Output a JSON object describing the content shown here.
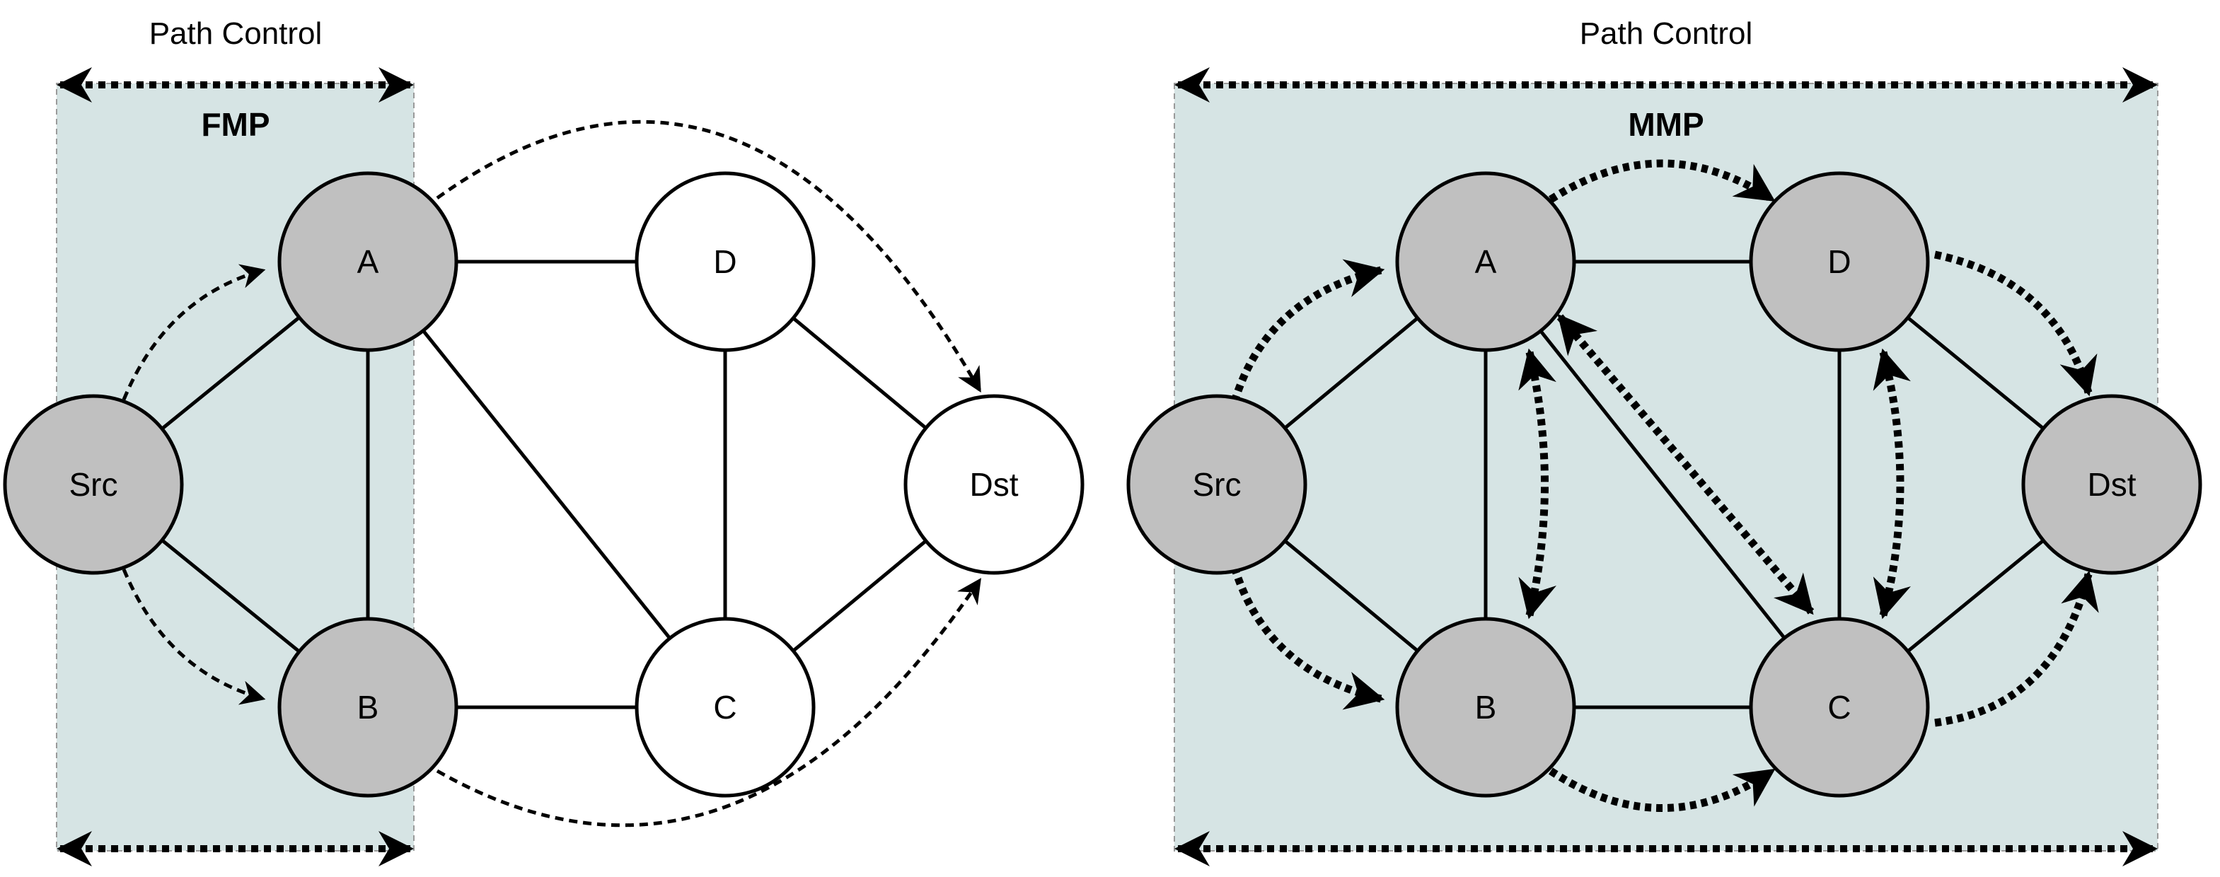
{
  "colors": {
    "region_fill": "#d6e4e4",
    "region_border": "#9a9a9a",
    "node_active": "#c0c0c0",
    "node_inactive": "#ffffff",
    "stroke": "#000000"
  },
  "left_panel": {
    "header": "Path Control",
    "region_label": "FMP",
    "nodes": [
      {
        "id": "Src",
        "label": "Src",
        "active": true
      },
      {
        "id": "A",
        "label": "A",
        "active": true
      },
      {
        "id": "B",
        "label": "B",
        "active": true
      },
      {
        "id": "D",
        "label": "D",
        "active": false
      },
      {
        "id": "C",
        "label": "C",
        "active": false
      },
      {
        "id": "Dst",
        "label": "Dst",
        "active": false
      }
    ],
    "links": [
      [
        "Src",
        "A"
      ],
      [
        "Src",
        "B"
      ],
      [
        "A",
        "B"
      ],
      [
        "A",
        "D"
      ],
      [
        "A",
        "C"
      ],
      [
        "B",
        "C"
      ],
      [
        "D",
        "C"
      ],
      [
        "D",
        "Dst"
      ],
      [
        "C",
        "Dst"
      ]
    ],
    "flows": [
      [
        "Src",
        "A"
      ],
      [
        "Src",
        "B"
      ],
      [
        "A",
        "Dst"
      ],
      [
        "B",
        "Dst"
      ]
    ]
  },
  "right_panel": {
    "header": "Path Control",
    "region_label": "MMP",
    "nodes": [
      {
        "id": "Src",
        "label": "Src",
        "active": true
      },
      {
        "id": "A",
        "label": "A",
        "active": true
      },
      {
        "id": "B",
        "label": "B",
        "active": true
      },
      {
        "id": "D",
        "label": "D",
        "active": true
      },
      {
        "id": "C",
        "label": "C",
        "active": true
      },
      {
        "id": "Dst",
        "label": "Dst",
        "active": true
      }
    ],
    "links": [
      [
        "Src",
        "A"
      ],
      [
        "Src",
        "B"
      ],
      [
        "A",
        "B"
      ],
      [
        "A",
        "D"
      ],
      [
        "A",
        "C"
      ],
      [
        "B",
        "C"
      ],
      [
        "D",
        "C"
      ],
      [
        "D",
        "Dst"
      ],
      [
        "C",
        "Dst"
      ]
    ],
    "flows": [
      [
        "Src",
        "A"
      ],
      [
        "Src",
        "B"
      ],
      [
        "A",
        "D"
      ],
      [
        "D",
        "Dst"
      ],
      [
        "B",
        "C"
      ],
      [
        "C",
        "Dst"
      ],
      [
        "A",
        "B"
      ],
      [
        "B",
        "A"
      ],
      [
        "A",
        "C"
      ],
      [
        "C",
        "A"
      ],
      [
        "D",
        "C"
      ],
      [
        "C",
        "D"
      ]
    ]
  }
}
